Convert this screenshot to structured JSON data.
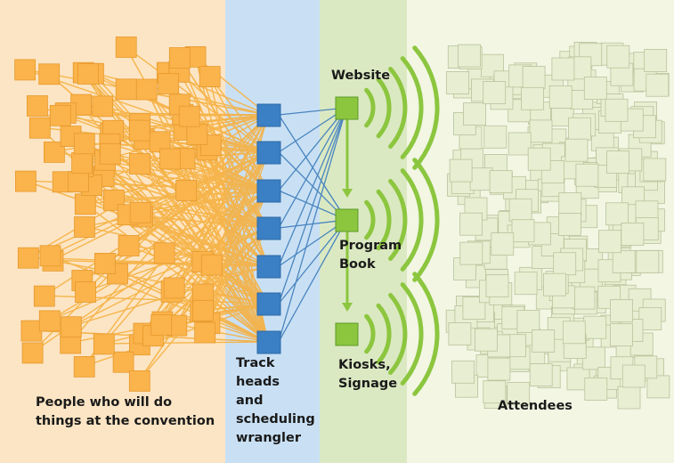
{
  "labels": {
    "people": [
      "People who will do",
      "things at the convention"
    ],
    "track_heads": [
      "Track",
      "heads",
      "and",
      "scheduling",
      "wrangler"
    ],
    "website": "Website",
    "program_book": [
      "Program",
      "Book"
    ],
    "kiosks": [
      "Kiosks,",
      "Signage"
    ],
    "attendees": "Attendees"
  },
  "colors": {
    "people_band": "#fce5c4",
    "track_band": "#c9e0f4",
    "media_band": "#dbe9c2",
    "attendee_band": "#f2f6e3",
    "person_fill": "#fbb34b",
    "person_stroke": "#e69a2e",
    "people_lines": "#f6b040",
    "track_fill": "#3b7fc4",
    "track_lines": "#4a86c0",
    "media_fill": "#8cc63f",
    "broadcast": "#8cc63f",
    "attendee_fill": "#e8eed2",
    "attendee_stroke": "#b9c29b"
  },
  "counts": {
    "people": 90,
    "track_heads": 7,
    "attendees": 260
  }
}
